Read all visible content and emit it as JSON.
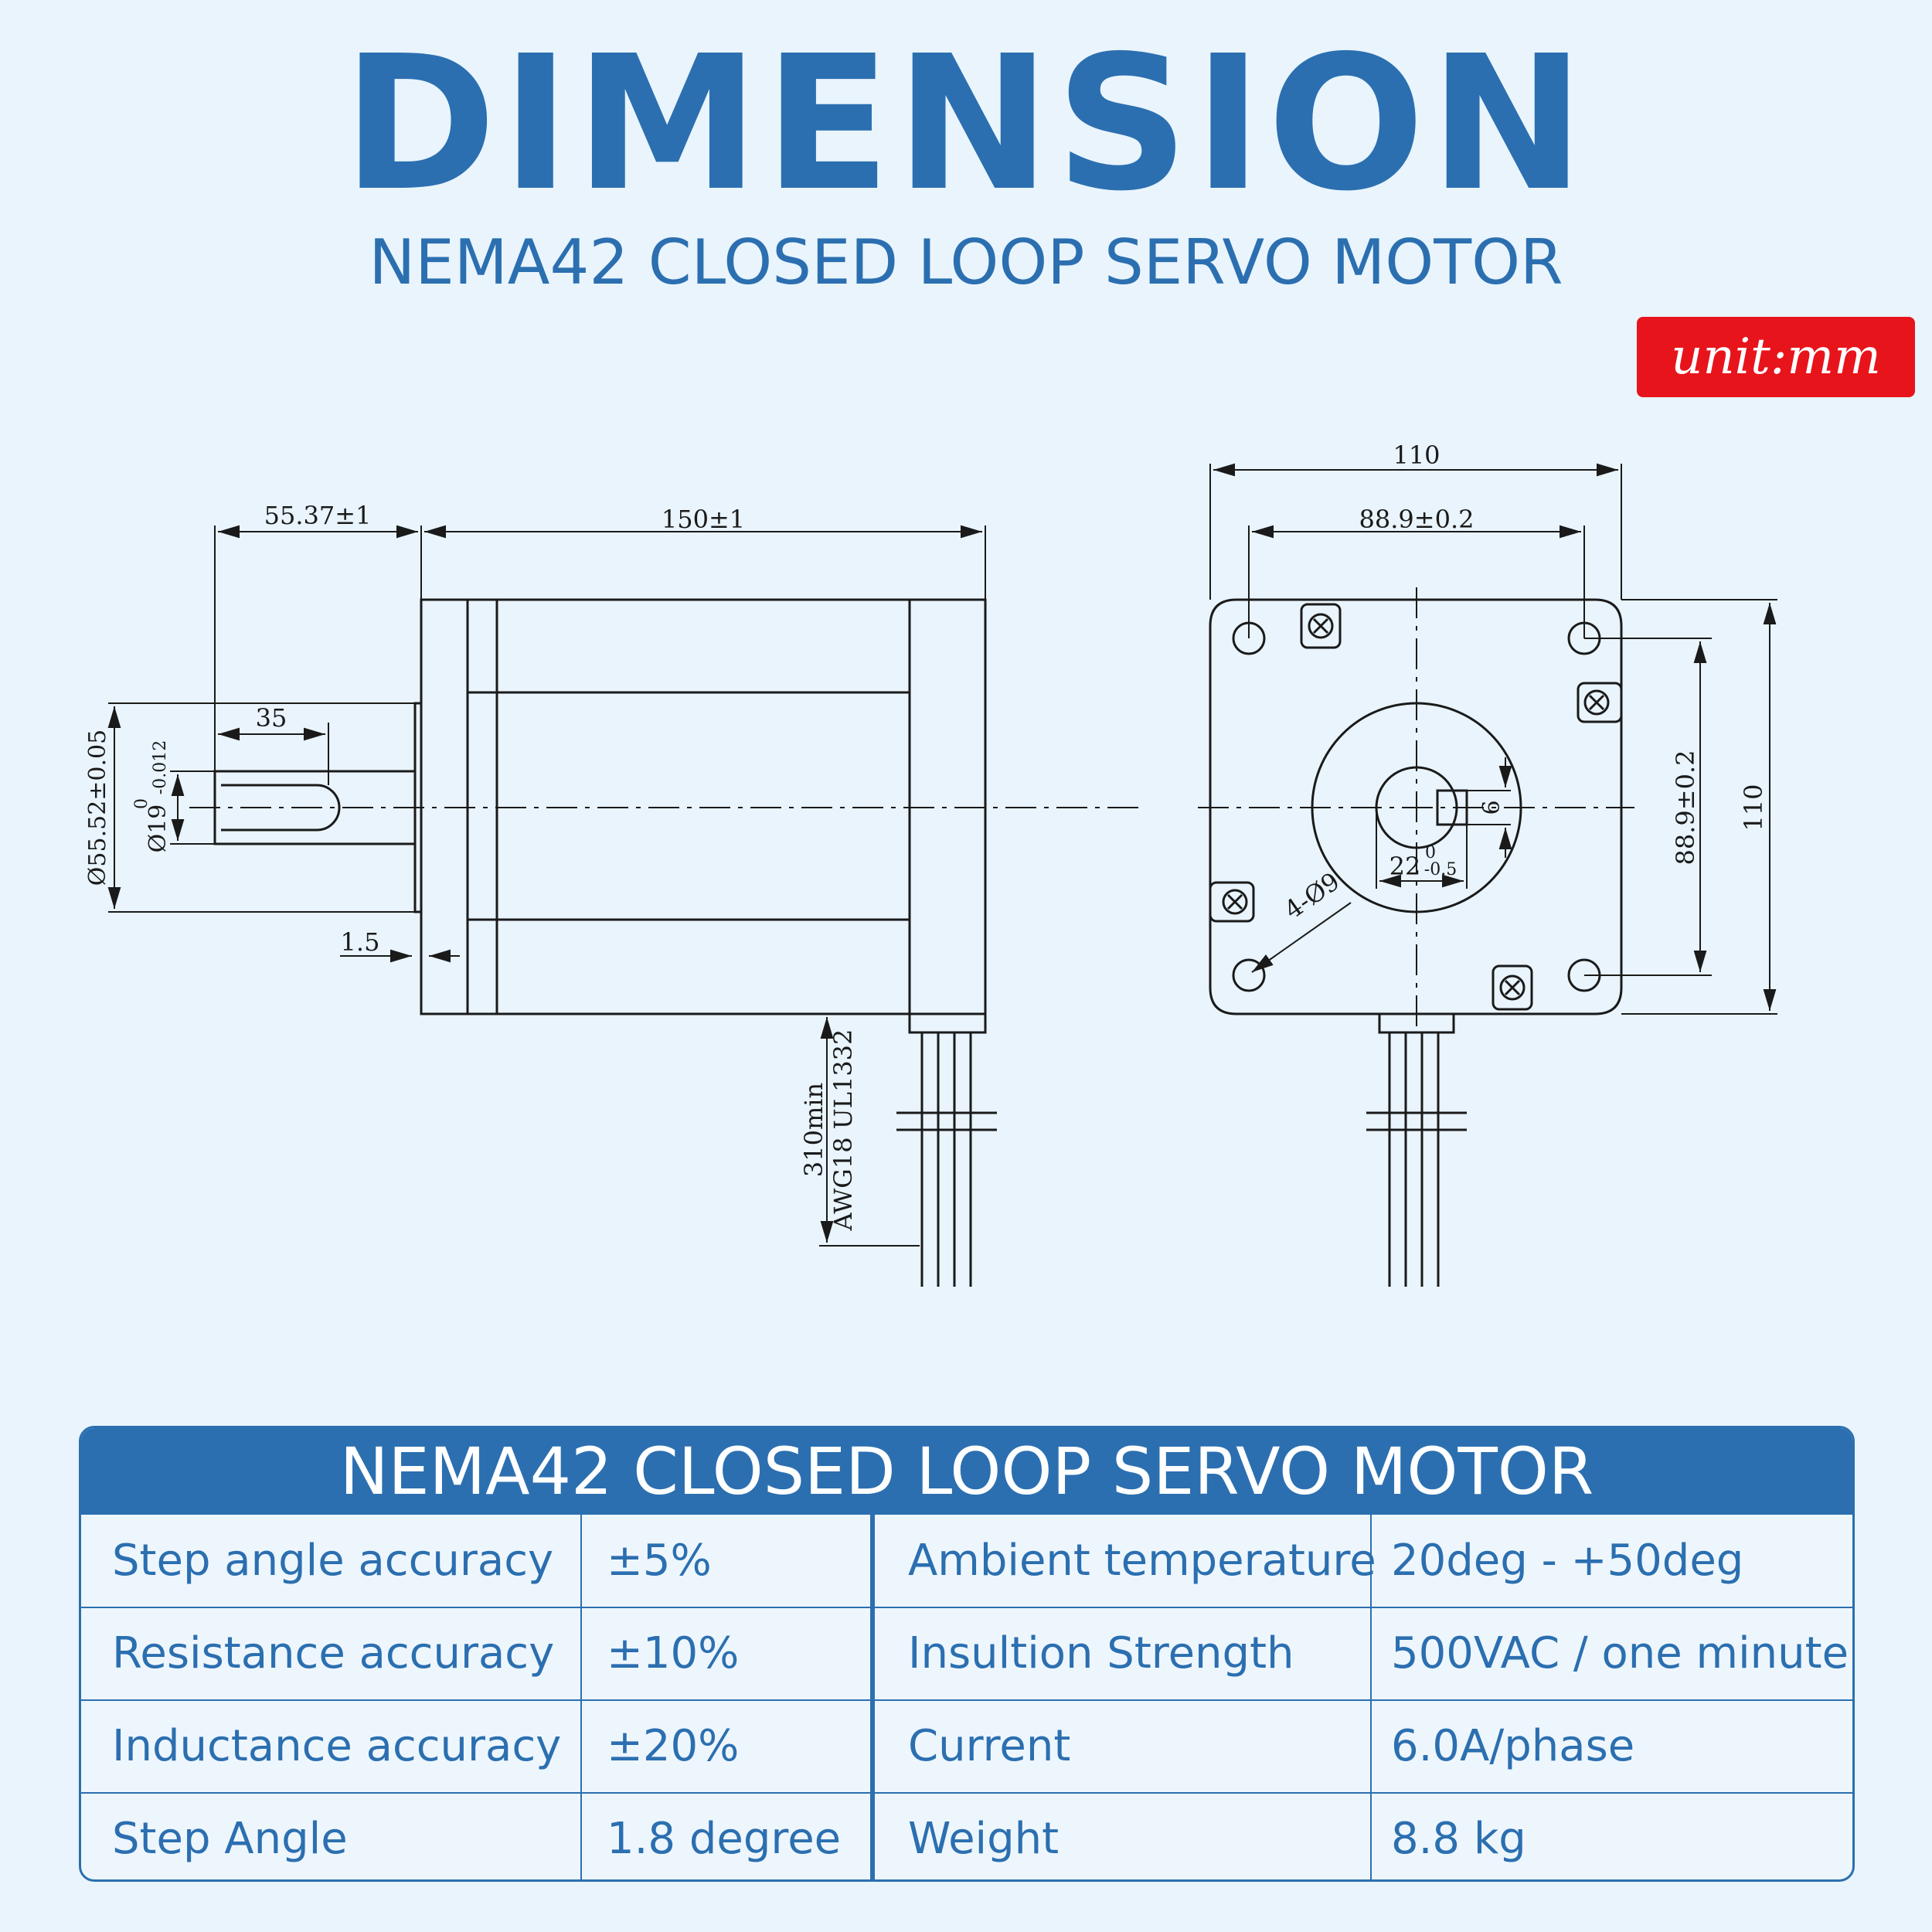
{
  "header": {
    "title": "DIMENSION",
    "subtitle": "NEMA42 CLOSED LOOP SERVO MOTOR",
    "unit_label": "unit:mm"
  },
  "drawing": {
    "side_view": {
      "shaft_offset": "55.37±1",
      "body_length": "150±1",
      "shaft_length": "35",
      "pilot_diameter": "Ø55.52±0.05",
      "shaft_diameter": "Ø19",
      "shaft_tol_upper": "0",
      "shaft_tol_lower": "-0.012",
      "flange_thickness": "1.5",
      "lead_length": "310min",
      "lead_wire": "AWG18 UL1332"
    },
    "front_view": {
      "width": "110",
      "hole_spacing_h": "88.9±0.2",
      "hole_spacing_v": "88.9±0.2",
      "height": "110",
      "key_width": "6",
      "shaft_flat": "22",
      "flat_tol_upper": "0",
      "flat_tol_lower": "-0.5",
      "mount_holes": "4-Ø9"
    }
  },
  "spec_table": {
    "title": "NEMA42 CLOSED LOOP SERVO MOTOR",
    "rows": [
      {
        "label_left": "Step angle accuracy",
        "value_left": "±5%",
        "label_right": "Ambient temperature",
        "value_right": "20deg - +50deg"
      },
      {
        "label_left": "Resistance accuracy",
        "value_left": "±10%",
        "label_right": "Insultion Strength",
        "value_right": "500VAC / one minute"
      },
      {
        "label_left": "Inductance accuracy",
        "value_left": "±20%",
        "label_right": "Current",
        "value_right": "6.0A/phase"
      },
      {
        "label_left": "Step Angle",
        "value_left": "1.8 degree",
        "label_right": "Weight",
        "value_right": "8.8 kg"
      }
    ]
  },
  "colors": {
    "accent": "#2b6fb0",
    "background": "#e9f4fc",
    "badge": "#e8141c",
    "line": "#1a1a1a"
  }
}
